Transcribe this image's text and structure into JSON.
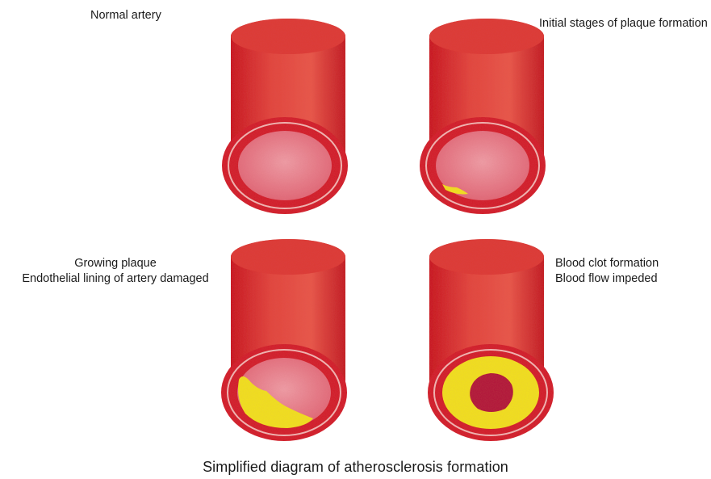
{
  "panels": [
    {
      "id": "normal",
      "lines": [
        "Normal artery"
      ],
      "plaque": "none"
    },
    {
      "id": "initial",
      "lines": [
        "Initial stages of plaque formation"
      ],
      "plaque": "small"
    },
    {
      "id": "growing",
      "lines": [
        "Growing plaque",
        "Endothelial lining of artery damaged"
      ],
      "plaque": "partial"
    },
    {
      "id": "clot",
      "lines": [
        "Blood clot formation",
        "Blood flow impeded"
      ],
      "plaque": "ring-with-clot"
    }
  ],
  "caption": "Simplified diagram of atherosclerosis formation",
  "colors": {
    "artery_wall": "#d9232a",
    "artery_highlight": "#ec5a4c",
    "lumen": "#e47784",
    "inner_ring": "#f2b8b6",
    "plaque": "#f2e31a",
    "clot": "#b0123b"
  }
}
